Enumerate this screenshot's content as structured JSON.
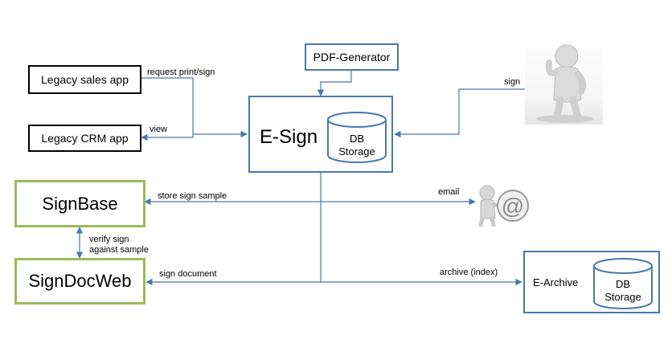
{
  "nodes": {
    "legacy_sales": "Legacy sales app",
    "legacy_crm": "Legacy CRM app",
    "pdf_generator": "PDF-Generator",
    "esign": "E-Sign",
    "esign_db_line1": "DB",
    "esign_db_line2": "Storage",
    "signbase": "SignBase",
    "signdocweb": "SignDocWeb",
    "earchive": "E-Archive",
    "earchive_db_line1": "DB",
    "earchive_db_line2": "Storage"
  },
  "edges": {
    "request": "request print/sign",
    "view": "view",
    "sign": "sign",
    "store_sample": "store sign sample",
    "email": "email",
    "verify_line1": "verify sign",
    "verify_line2": "against sample",
    "sign_document": "sign document",
    "archive": "archive (index)"
  },
  "colors": {
    "line": "#4a78aa",
    "green": "#9bbb59",
    "legacy": "#000000"
  },
  "icons": [
    "person-thumbs-up-icon",
    "person-email-icon"
  ]
}
